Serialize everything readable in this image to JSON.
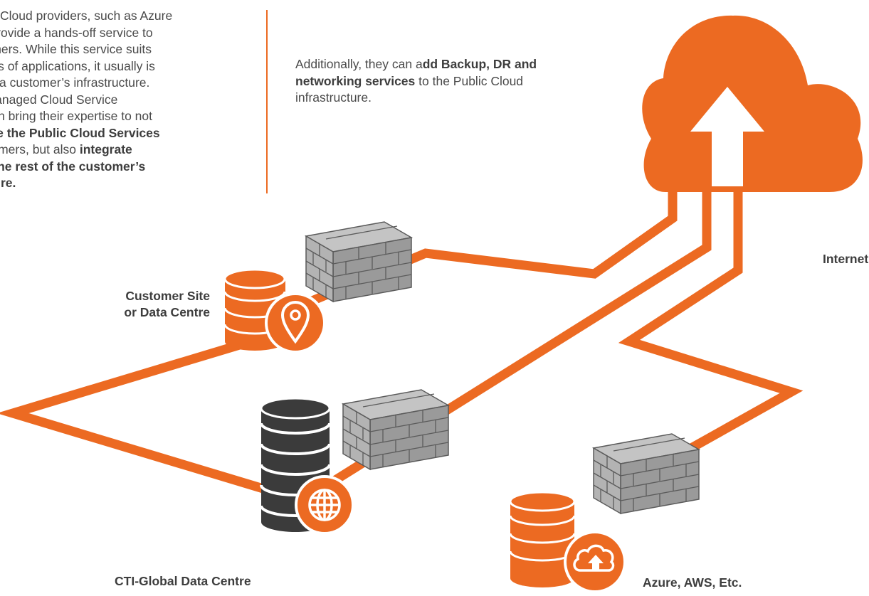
{
  "intro_left": {
    "line1": "Cloud providers, such as Azure",
    "line2": "S, provide a hands-off service to",
    "line3": "stomers. While this service suits",
    "line4": "types of applications, it usually is",
    "line5": "rt of a customer’s infrastructure.",
    "line6": "a Managed Cloud Service",
    "line7": "r, can bring their expertise to not",
    "line8_bold": "nage the Public Cloud Services",
    "line9_pre": "ustomers, but also ",
    "line9_bold": "integrate",
    "line10_bold": "ith the rest of the customer’s",
    "line11_bold": "ucture."
  },
  "intro_right": {
    "lead": "Additionally, they can a",
    "bold": "dd Backup, DR and networking services",
    "tail": " to the Public Cloud infrastructure."
  },
  "labels": {
    "customer_line1": "Customer Site",
    "customer_line2": "or Data Centre",
    "cti": "CTI-Global Data Centre",
    "azure": "Azure, AWS, Etc.",
    "internet": "Internet"
  },
  "colors": {
    "accent": "#ec6a22",
    "dark": "#3b3b3b",
    "wall": "#a6a6a6",
    "text": "#3d3d3d"
  },
  "icons": {
    "cloud": "cloud-upload-icon",
    "firewall": "firewall-icon",
    "database": "database-icon",
    "location": "location-pin-icon",
    "globe": "globe-icon"
  }
}
